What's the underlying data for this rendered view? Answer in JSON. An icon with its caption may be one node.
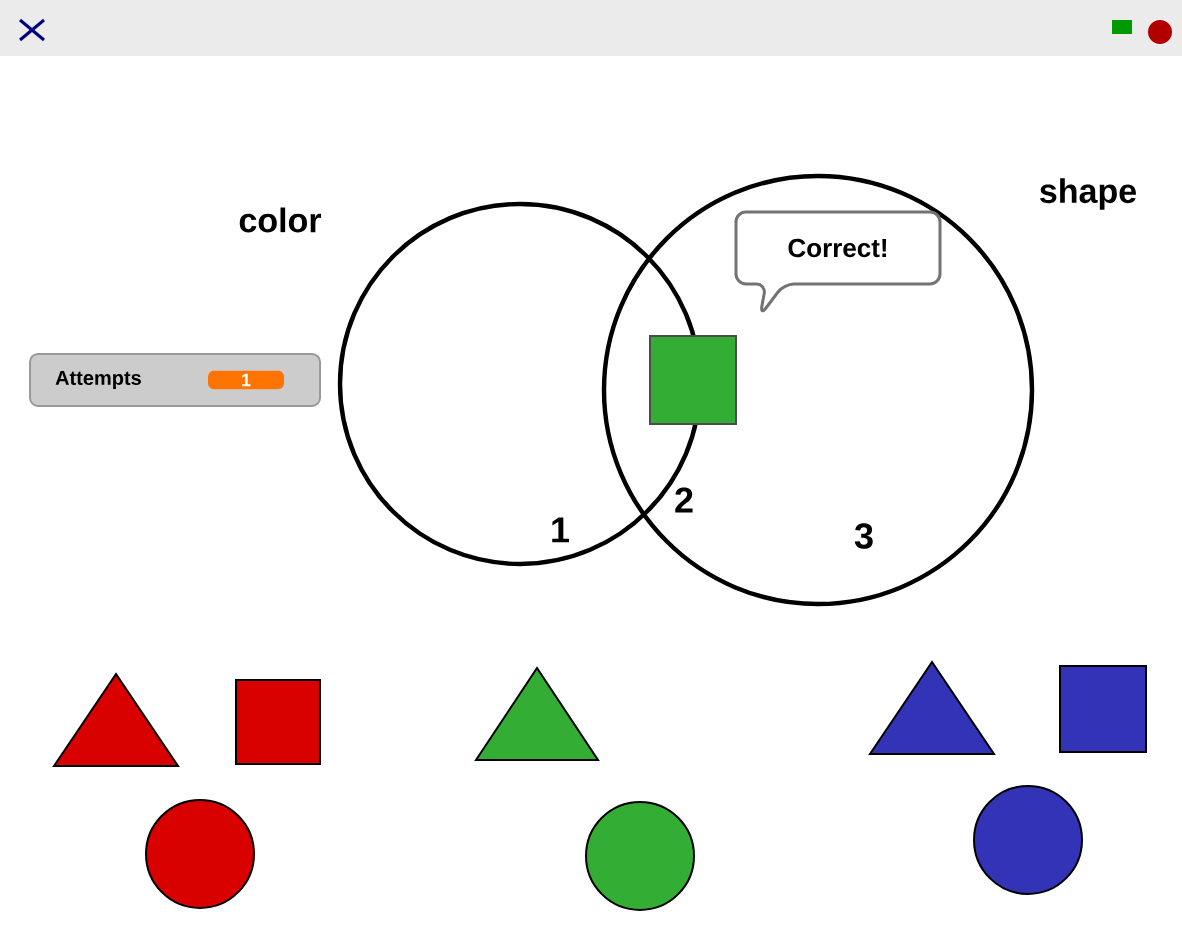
{
  "diagram": {
    "nodes": [
      {
        "text": [
          "color"
        ]
      },
      {
        "text": [
          "shape"
        ]
      },
      {
        "text": [
          "Correct!"
        ],
        "in": 1
      },
      {
        "text": [
          "Attempts",
          "1"
        ]
      }
    ],
    "labels": [
      "1",
      "2",
      "3"
    ]
  }
}
